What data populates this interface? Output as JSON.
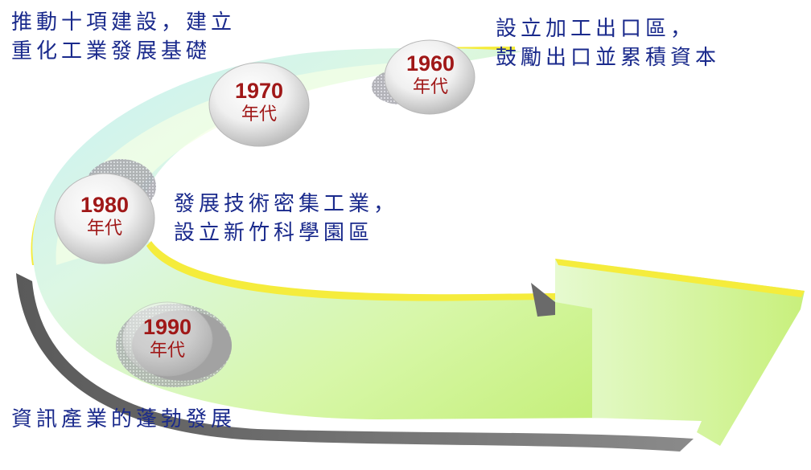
{
  "milestones": [
    {
      "year": "1960",
      "suffix": "年代",
      "caption": [
        "設立加工出口區，",
        "鼓勵出口並累積資本"
      ]
    },
    {
      "year": "1970",
      "suffix": "年代",
      "caption": [
        "推動十項建設，建立",
        "重化工業發展基礎"
      ]
    },
    {
      "year": "1980",
      "suffix": "年代",
      "caption": [
        "發展技術密集工業，",
        "設立新竹科學園區"
      ]
    },
    {
      "year": "1990",
      "suffix": "年代",
      "caption": [
        "資訊產業的蓬勃發展"
      ]
    }
  ],
  "colors": {
    "caption_text": "#1a2a8c",
    "year_text": "#a01818",
    "arrow_light": "#f4ffe6",
    "arrow_mid": "#cff5c6",
    "arrow_green": "#c8f27a",
    "arrow_cyan": "#c8f0f4",
    "arrow_rim": "#f5ec3c",
    "arrow_shadow": "#6e6e6e"
  }
}
